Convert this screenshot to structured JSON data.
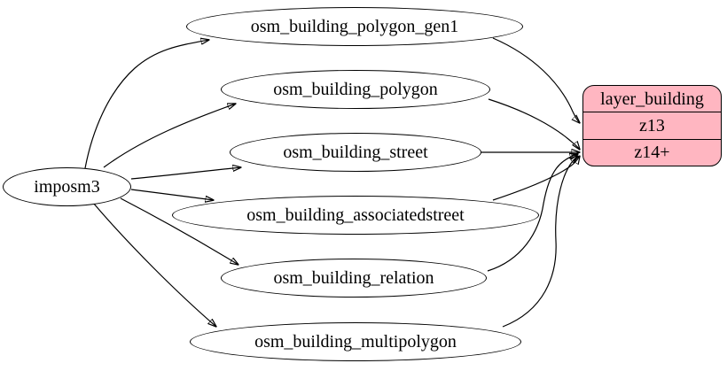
{
  "diagram": {
    "type": "graphviz-digraph",
    "nodes": {
      "imposm3": {
        "label": "imposm3",
        "shape": "ellipse"
      },
      "osm_building_polygon_gen1": {
        "label": "osm_building_polygon_gen1",
        "shape": "ellipse"
      },
      "osm_building_polygon": {
        "label": "osm_building_polygon",
        "shape": "ellipse"
      },
      "osm_building_street": {
        "label": "osm_building_street",
        "shape": "ellipse"
      },
      "osm_building_associatedstreet": {
        "label": "osm_building_associatedstreet",
        "shape": "ellipse"
      },
      "osm_building_relation": {
        "label": "osm_building_relation",
        "shape": "ellipse"
      },
      "osm_building_multipolygon": {
        "label": "osm_building_multipolygon",
        "shape": "ellipse"
      }
    },
    "record": {
      "title": "layer_building",
      "rows": [
        "z13",
        "z14+"
      ],
      "fill": "#ffb6c1",
      "stroke": "#000000"
    },
    "edges": [
      {
        "from": "imposm3",
        "to": "osm_building_polygon_gen1"
      },
      {
        "from": "imposm3",
        "to": "osm_building_polygon"
      },
      {
        "from": "imposm3",
        "to": "osm_building_street"
      },
      {
        "from": "imposm3",
        "to": "osm_building_associatedstreet"
      },
      {
        "from": "imposm3",
        "to": "osm_building_relation"
      },
      {
        "from": "imposm3",
        "to": "osm_building_multipolygon"
      },
      {
        "from": "osm_building_polygon_gen1",
        "to": "layer_building:z13"
      },
      {
        "from": "osm_building_polygon",
        "to": "layer_building:z14+"
      },
      {
        "from": "osm_building_street",
        "to": "layer_building:z14+"
      },
      {
        "from": "osm_building_associatedstreet",
        "to": "layer_building:z14+"
      },
      {
        "from": "osm_building_relation",
        "to": "layer_building:z14+"
      },
      {
        "from": "osm_building_multipolygon",
        "to": "layer_building:z14+"
      }
    ],
    "colors": {
      "edge": "#000000",
      "node_fill": "#ffffff",
      "record_fill": "#ffb6c1",
      "text": "#000000"
    }
  }
}
